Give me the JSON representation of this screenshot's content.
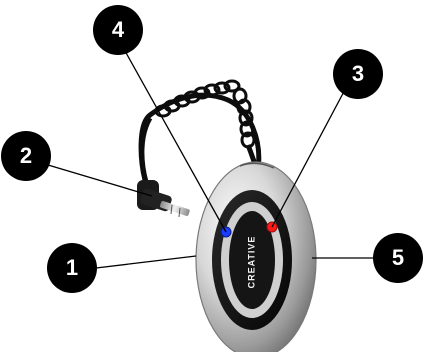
{
  "diagram": {
    "brand_label": "CREATIVE",
    "callouts": [
      {
        "number": "1",
        "target": "device-body"
      },
      {
        "number": "2",
        "target": "audio-jack"
      },
      {
        "number": "3",
        "target": "red-indicator-led"
      },
      {
        "number": "4",
        "target": "blue-indicator-led"
      },
      {
        "number": "5",
        "target": "device-edge"
      }
    ],
    "colors": {
      "callout_fill": "#000000",
      "callout_text": "#ffffff",
      "led_blue": "#1a3cff",
      "led_red": "#ff1a1a",
      "shell_silver": "#c8c8c8",
      "panel_black": "#111111"
    }
  }
}
